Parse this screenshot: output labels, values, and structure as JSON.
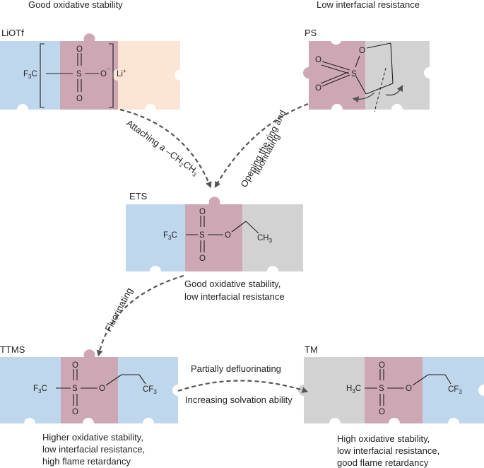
{
  "colors": {
    "blue_piece": "#bfd7ec",
    "pink_piece": "#cda8b4",
    "peach_piece": "#fce5d5",
    "gray_piece": "#d2d2d2",
    "arrow": "#555555",
    "text": "#231f20"
  },
  "headers": {
    "left": "Good oxidative stability",
    "right": "Low interfacial resistance"
  },
  "molecules": {
    "liotf": {
      "name": "LiOTf",
      "f3c": "F",
      "f3c_sub": "3",
      "f3c_c": "C",
      "s": "S",
      "o_top": "O",
      "o_bottom": "O",
      "o_minus": "O",
      "minus": "−",
      "li": "Li",
      "plus": "+"
    },
    "ps": {
      "name": "PS",
      "o_ring": "O",
      "o_top": "O",
      "o_bottom": "O",
      "s": "S"
    },
    "ets": {
      "name": "ETS",
      "f3c": "F",
      "f3c_sub": "3",
      "f3c_c": "C",
      "s": "S",
      "o_top": "O",
      "o_bottom": "O",
      "o_link": "O",
      "ch3": "CH",
      "ch3_sub": "3",
      "properties": [
        "Good oxidative stability,",
        "low interfacial resistance"
      ]
    },
    "ttms": {
      "name": "TTMS",
      "f3c": "F",
      "f3c_sub": "3",
      "f3c_c": "C",
      "s": "S",
      "o_top": "O",
      "o_bottom": "O",
      "o_link": "O",
      "cf3": "CF",
      "cf3_sub": "3",
      "properties": [
        "Higher oxidative stability,",
        "low interfacial resistance,",
        "high flame retardancy"
      ]
    },
    "tm": {
      "name": "TM",
      "h3c": "H",
      "h3c_sub": "3",
      "h3c_c": "C",
      "s": "S",
      "o_top": "O",
      "o_bottom": "O",
      "o_link": "O",
      "cf3": "CF",
      "cf3_sub": "3",
      "properties": [
        "High oxidative stability,",
        "low interfacial resistance,",
        "good flame retardancy"
      ]
    }
  },
  "arrows": {
    "attaching": {
      "prefix": "Attaching a –CH",
      "sub1": "2",
      "mid": "CH",
      "sub2": "3"
    },
    "opening": [
      "Opening the ring and",
      "fluorinating"
    ],
    "fluorinating": "Fluorinating",
    "partial_top": "Partially defluorinating",
    "partial_bottom": "Increasing solvation ability"
  }
}
